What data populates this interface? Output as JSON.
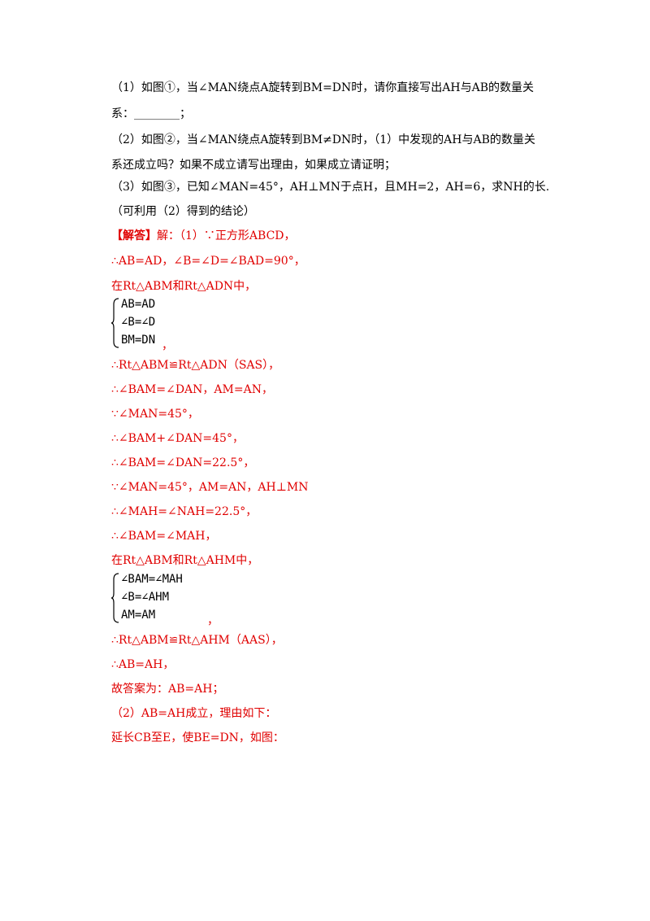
{
  "problem": {
    "q1_line1": "（1）如图①，当∠MAN绕点A旋转到BM=DN时，请你直接写出AH与AB的数量关",
    "q1_line2": "系：________；",
    "q2_line1": "（2）如图②，当∠MAN绕点A旋转到BM≠DN时，（1）中发现的AH与AB的数量关",
    "q2_line2": "系还成立吗？如果不成立请写出理由，如果成立请证明；",
    "q3_line1": "（3）如图③，已知∠MAN=45°，AH⊥MN于点H，且MH=2，AH=6，求NH的长.",
    "q3_line2": "（可利用（2）得到的结论）"
  },
  "solution": {
    "header": "【解答】",
    "line1_rest": "解：（1）∵正方形ABCD，",
    "line2": "∴AB=AD，∠B=∠D=∠BAD=90°，",
    "line3": "在Rt△ABM和Rt△ADN中，",
    "system1": [
      "AB=AD",
      "∠B=∠D",
      "BM=DN"
    ],
    "system1_tail": "，",
    "line4": "∴Rt△ABM≌Rt△ADN（SAS），",
    "line5": "∴∠BAM=∠DAN，AM=AN，",
    "line6": "∵∠MAN=45°，",
    "line7": "∴∠BAM+∠DAN=45°，",
    "line8": "∴∠BAM=∠DAN=22.5°，",
    "line9": "∵∠MAN=45°，AM=AN，AH⊥MN",
    "line10": "∴∠MAH=∠NAH=22.5°，",
    "line11": "∴∠BAM=∠MAH，",
    "line12": "在Rt△ABM和Rt△AHM中，",
    "system2": [
      "∠BAM=∠MAH",
      "∠B=∠AHM",
      "AM=AM"
    ],
    "system2_tail": "，",
    "line13": "∴Rt△ABM≌Rt△AHM（AAS），",
    "line14": "∴AB=AH，",
    "line15": "故答案为：AB=AH；",
    "line16": "（2）AB=AH成立，理由如下：",
    "line17": "延长CB至E，使BE=DN，如图："
  }
}
